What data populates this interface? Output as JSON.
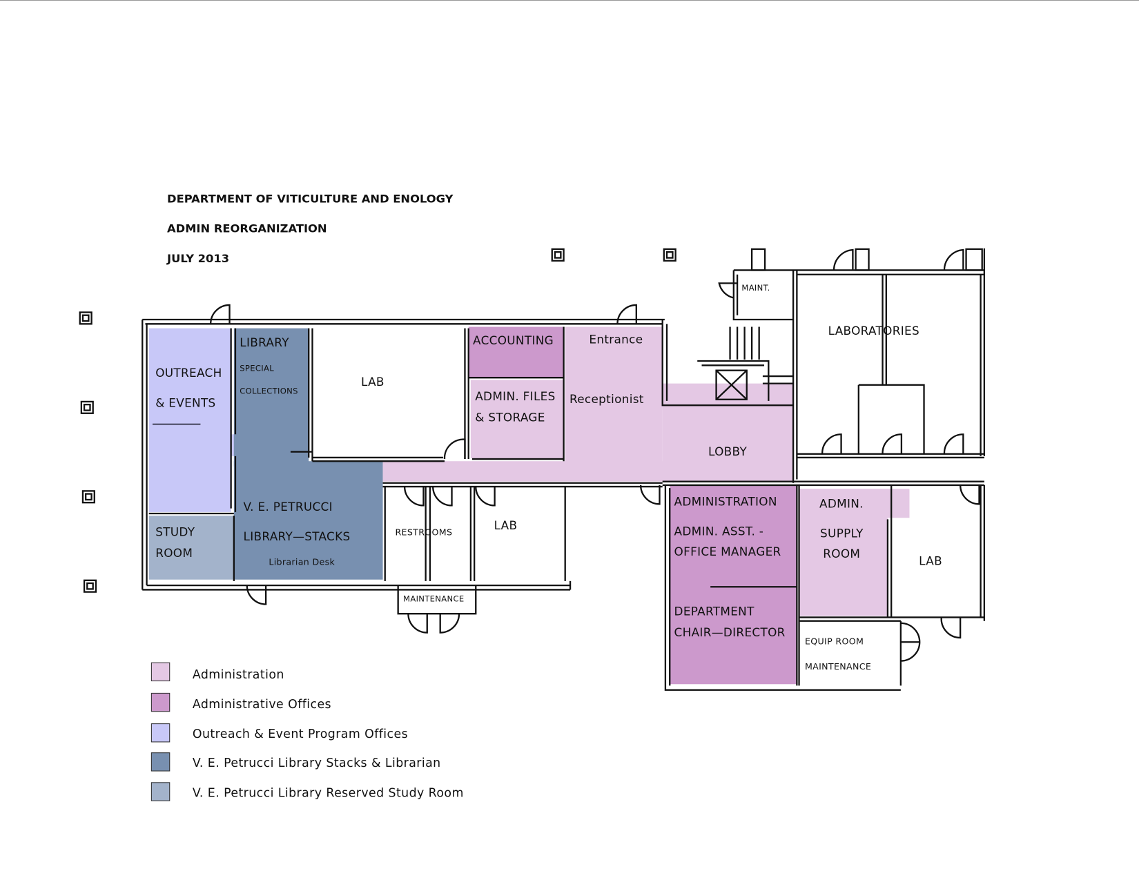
{
  "header": {
    "line1": "DEPARTMENT OF VITICULTURE AND ENOLOGY",
    "line2": "ADMIN REORGANIZATION",
    "line3": "JULY 2013"
  },
  "colors": {
    "administration": "#e4c8e4",
    "administrative_offices": "#cc99cc",
    "outreach": "#c8c8f8",
    "library_stacks": "#7890b0",
    "study_room": "#a3b3cb"
  },
  "rooms": {
    "outreach_1": "OUTREACH",
    "outreach_2": "& EVENTS",
    "library": "LIBRARY",
    "special": "SPECIAL",
    "collections": "COLLECTIONS",
    "lab_top": "LAB",
    "accounting": "ACCOUNTING",
    "entrance": "Entrance",
    "admin_files_1": "ADMIN. FILES",
    "admin_files_2": "& STORAGE",
    "receptionist": "Receptionist",
    "lobby": "LOBBY",
    "maint": "MAINT.",
    "laboratories": "LABORATORIES",
    "petrucci_1": "V. E. PETRUCCI",
    "petrucci_2": "LIBRARY—STACKS",
    "librarian_desk": "Librarian Desk",
    "study_1": "STUDY",
    "study_2": "ROOM",
    "restrooms": "RESTROOMS",
    "lab_mid": "LAB",
    "maintenance": "MAINTENANCE",
    "administration": "ADMINISTRATION",
    "admin_asst_1": "ADMIN. ASST.  -",
    "admin_asst_2": "OFFICE MANAGER",
    "dept_chair_1": "DEPARTMENT",
    "dept_chair_2": "CHAIR—DIRECTOR",
    "supply_1": "ADMIN.",
    "supply_2": "SUPPLY",
    "supply_3": "ROOM",
    "lab_right": "LAB",
    "equip_room": "EQUIP  ROOM",
    "equip_maint": "MAINTENANCE"
  },
  "legend": [
    {
      "label": "Administration",
      "color": "#e4c8e4"
    },
    {
      "label": "Administrative Offices",
      "color": "#cc99cc"
    },
    {
      "label": "Outreach & Event Program Offices",
      "color": "#c8c8f8"
    },
    {
      "label": "V. E. Petrucci Library Stacks & Librarian",
      "color": "#7890b0"
    },
    {
      "label": "V. E. Petrucci Library Reserved Study Room",
      "color": "#a3b3cb"
    }
  ]
}
